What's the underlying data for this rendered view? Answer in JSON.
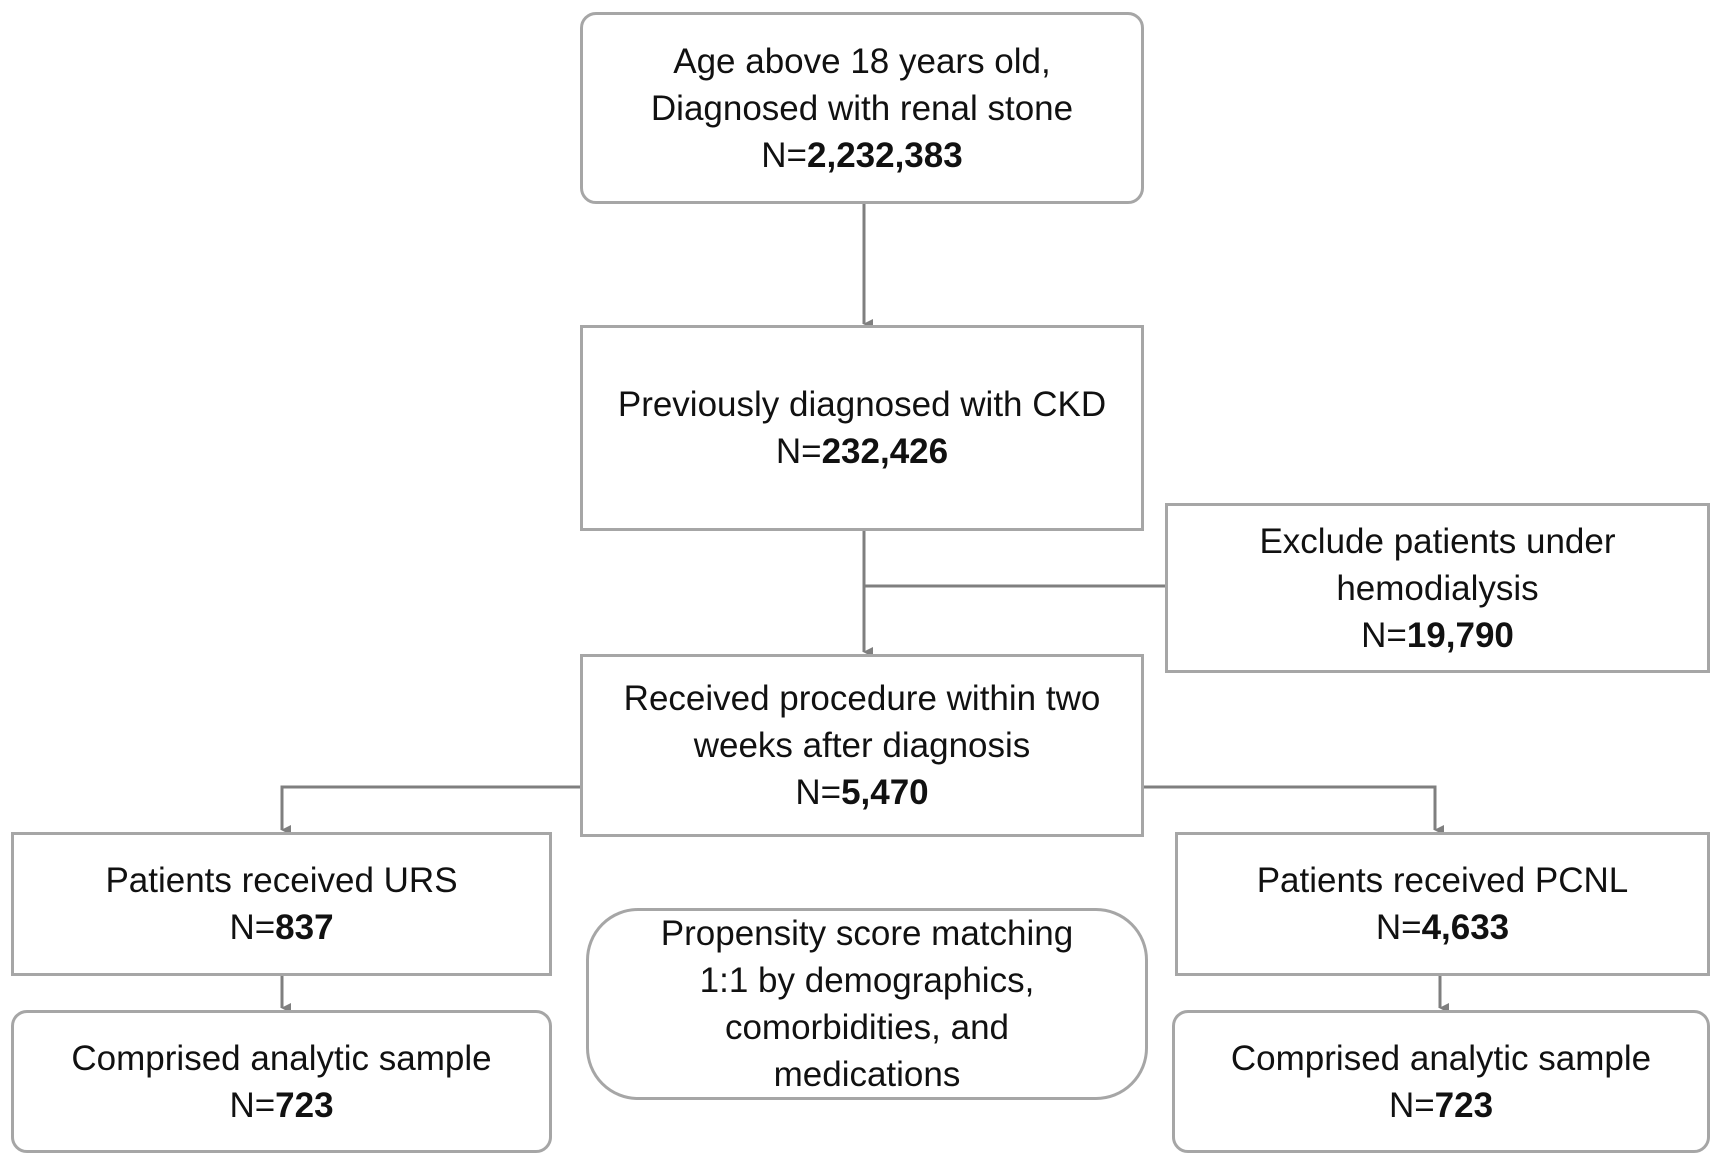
{
  "boxes": {
    "initial": {
      "lines": [
        "Age above 18 years old,",
        "Diagnosed with renal stone"
      ],
      "count_prefix": "N=",
      "count": "2,232,383"
    },
    "ckd": {
      "lines": [
        "Previously diagnosed with CKD"
      ],
      "count_prefix": "N=",
      "count": "232,426"
    },
    "exclude": {
      "lines": [
        "Exclude patients under",
        "hemodialysis"
      ],
      "count_prefix": "N=",
      "count": "19,790"
    },
    "procedure": {
      "lines": [
        "Received procedure within two",
        "weeks after diagnosis"
      ],
      "count_prefix": "N=",
      "count": "5,470"
    },
    "urs": {
      "lines": [
        "Patients received URS"
      ],
      "count_prefix": "N=",
      "count": "837"
    },
    "pcnl": {
      "lines": [
        "Patients received PCNL"
      ],
      "count_prefix": "N=",
      "count": "4,633"
    },
    "psm": {
      "lines": [
        "Propensity score matching",
        "1:1 by demographics,",
        "comorbidities, and",
        "medications"
      ]
    },
    "urs_sample": {
      "lines": [
        "Comprised analytic sample"
      ],
      "count_prefix": "N=",
      "count": "723"
    },
    "pcnl_sample": {
      "lines": [
        "Comprised analytic sample"
      ],
      "count_prefix": "N=",
      "count": "723"
    }
  },
  "colors": {
    "border": "#a6a6a6",
    "connector": "#7f7f7f",
    "text": "#111111",
    "background": "#ffffff"
  }
}
